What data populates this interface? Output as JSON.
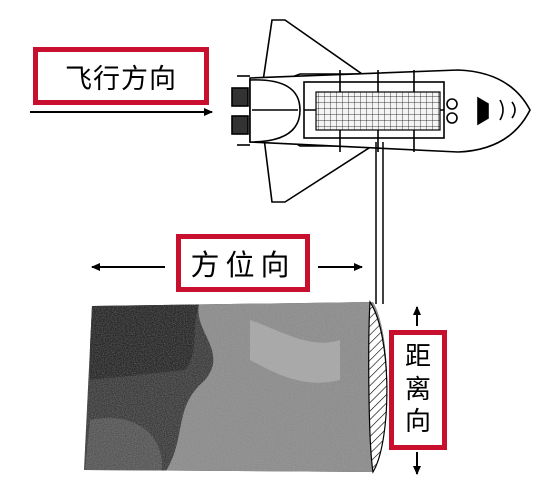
{
  "labels": {
    "flight_direction": "飞行方向",
    "azimuth_direction": "方位向",
    "range_direction": [
      "距",
      "离",
      "向"
    ]
  },
  "colors": {
    "label_border": "#c8102e",
    "line": "#000000",
    "shuttle_fill": "#ffffff",
    "terrain_dark": "#2e2e2e",
    "terrain_light": "#9a9a9a"
  },
  "icons": {
    "shuttle": "space-shuttle-icon",
    "terrain": "sar-terrain-image",
    "arrows": "double-arrow-icon"
  }
}
